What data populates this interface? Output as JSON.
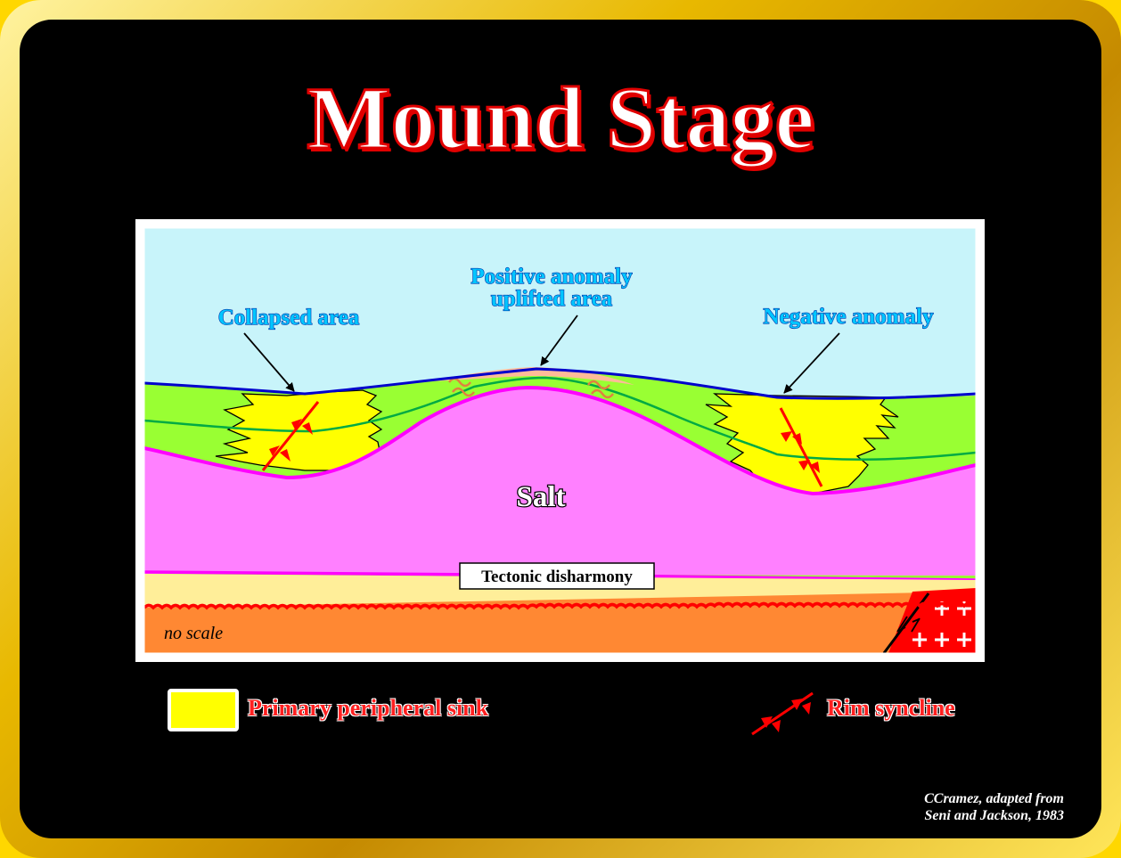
{
  "title": "Mound Stage",
  "diagram": {
    "labels": {
      "collapsed": "Collapsed area",
      "positive_line1": "Positive anomaly",
      "positive_line2": "uplifted area",
      "negative": "Negative anomaly",
      "salt": "Salt",
      "tectonic": "Tectonic disharmony",
      "no_scale": "no scale"
    },
    "colors": {
      "sky": "#c8f4fa",
      "sediment": "#99ff33",
      "sink": "#ffff00",
      "salt": "#ff80ff",
      "salt_outline": "#ff00ff",
      "pre_salt": "#ffee99",
      "basement": "#ff8833",
      "crest": "#ffbb99",
      "unconformity": "#ff0000",
      "surface_line": "#0000cc",
      "horizon_line": "#00aa44"
    }
  },
  "legend": {
    "sink_label": "Primary peripheral sink",
    "syncline_label": "Rim syncline"
  },
  "credit": {
    "line1": "CCramez, adapted from",
    "line2": "Seni and Jackson, 1983"
  }
}
